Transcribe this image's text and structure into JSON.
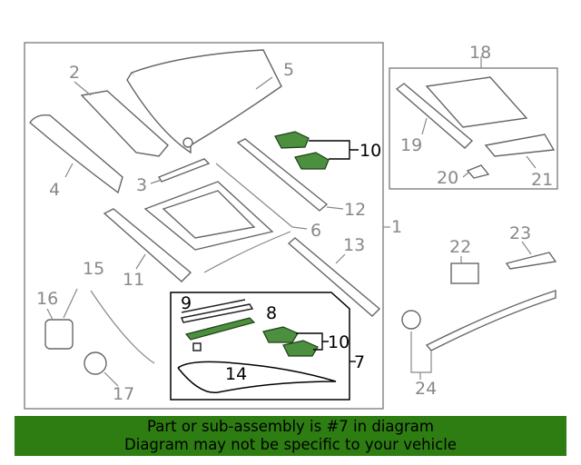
{
  "callouts": {
    "c1": "1",
    "c2": "2",
    "c3": "3",
    "c4": "4",
    "c5": "5",
    "c6": "6",
    "c7": "7",
    "c8": "8",
    "c9": "9",
    "c10a": "10",
    "c10b": "10",
    "c11": "11",
    "c12": "12",
    "c13": "13",
    "c14": "14",
    "c15": "15",
    "c16": "16",
    "c17": "17",
    "c18": "18",
    "c19": "19",
    "c20": "20",
    "c21": "21",
    "c22": "22",
    "c23": "23",
    "c24": "24"
  },
  "highlighted_part": "7",
  "colors": {
    "highlight": "#4c8f3e",
    "banner": "#2e7d12"
  },
  "footer": {
    "line1": "Part or sub-assembly is #7 in diagram",
    "line2": "Diagram may not be specific to your vehicle"
  }
}
